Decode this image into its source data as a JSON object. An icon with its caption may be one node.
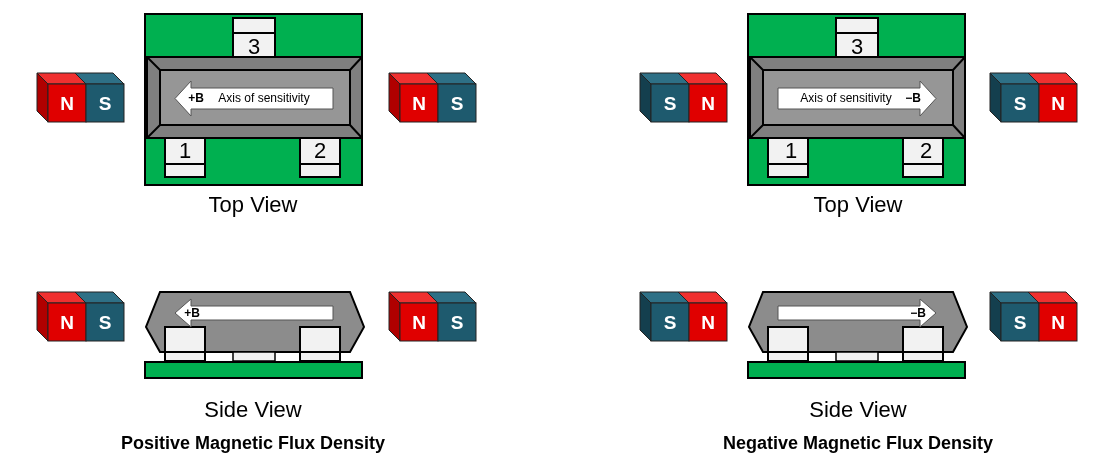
{
  "diagram": {
    "labels": [
      "3",
      "3",
      "N",
      "S",
      "+B",
      "Axis of sensitivity",
      "N",
      "S",
      "S",
      "N",
      "Axis of sensitivity",
      "−B",
      "S",
      "N",
      "1",
      "2",
      "1",
      "2",
      "Top View",
      "Top View",
      "N",
      "S",
      "+B",
      "N",
      "S",
      "S",
      "N",
      "−B",
      "S",
      "N",
      "Side View",
      "Side View",
      "Positive Magnetic Flux Density",
      "Negative Magnetic Flux Density"
    ]
  }
}
